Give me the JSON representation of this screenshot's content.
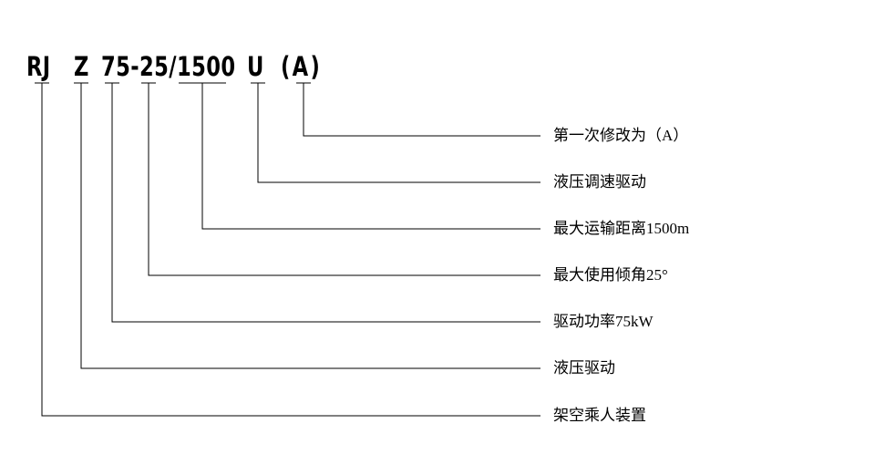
{
  "page": {
    "background_color": "#ffffff",
    "line_color": "#000000",
    "text_color": "#000000"
  },
  "model_code": {
    "full": "RJ Z 75-25/1500 U (A)",
    "segments": [
      "RJ",
      "Z",
      "75-25/1500",
      "U",
      "(A)"
    ]
  },
  "callouts": [
    {
      "segment": "(A)",
      "label": "第一次修改为（A）"
    },
    {
      "segment": "U",
      "label": "液压调速驱动"
    },
    {
      "segment": "1500",
      "label": "最大运输距离1500m"
    },
    {
      "segment": "25",
      "label": "最大使用倾角25°"
    },
    {
      "segment": "75",
      "label": "驱动功率75kW"
    },
    {
      "segment": "Z",
      "label": "液压驱动"
    },
    {
      "segment": "RJ",
      "label": "架空乘人装置"
    }
  ]
}
